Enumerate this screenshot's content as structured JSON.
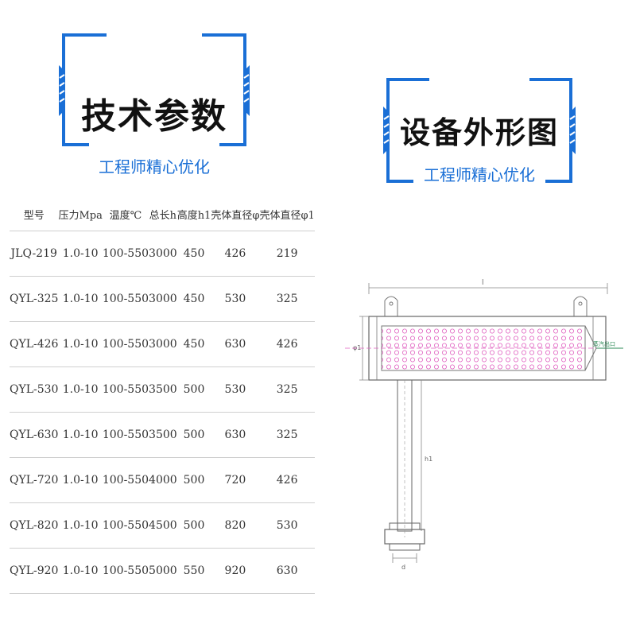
{
  "header_left": {
    "title": "技术参数",
    "subtitle": "工程师精心优化"
  },
  "header_right": {
    "title": "设备外形图",
    "subtitle": "工程师精心优化"
  },
  "colors": {
    "accent": "#1a6fd6",
    "pattern": "#e05fc0"
  },
  "table": {
    "columns": [
      "型号",
      "压力Mpa",
      "温度℃",
      "总长h",
      "高度h1",
      "壳体直径φ",
      "壳体直径φ1"
    ],
    "rows": [
      [
        "JLQ-219",
        "1.0-10",
        "100-550",
        "3000",
        "450",
        "426",
        "219"
      ],
      [
        "QYL-325",
        "1.0-10",
        "100-550",
        "3000",
        "450",
        "530",
        "325"
      ],
      [
        "QYL-426",
        "1.0-10",
        "100-550",
        "3000",
        "450",
        "630",
        "426"
      ],
      [
        "QYL-530",
        "1.0-10",
        "100-550",
        "3500",
        "500",
        "530",
        "325"
      ],
      [
        "QYL-630",
        "1.0-10",
        "100-550",
        "3500",
        "500",
        "630",
        "325"
      ],
      [
        "QYL-720",
        "1.0-10",
        "100-550",
        "4000",
        "500",
        "720",
        "426"
      ],
      [
        "QYL-820",
        "1.0-10",
        "100-550",
        "4500",
        "500",
        "820",
        "530"
      ],
      [
        "QYL-920",
        "1.0-10",
        "100-550",
        "5000",
        "550",
        "920",
        "630"
      ]
    ]
  },
  "drawing": {
    "dim_h": "l",
    "dim_phi": "φ1",
    "dim_h1": "h1",
    "dim_d": "d",
    "outlet_label": "蒸汽出口"
  }
}
